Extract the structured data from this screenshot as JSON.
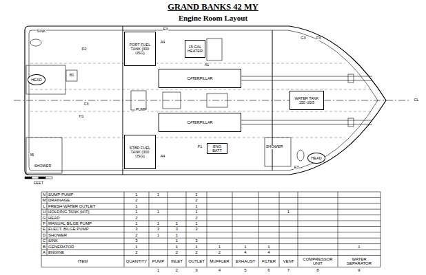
{
  "diagram": {
    "title": "GRAND BANKS 42 MY",
    "nodes": [
      {
        "text": [
          "PORT FUEL TANK (300 USG)"
        ]
      },
      {
        "text": [
          "STBD FUEL TANK (300 USG)"
        ]
      },
      {
        "text": [
          "15 GAL HEATER"
        ]
      },
      {
        "text": [
          "CATERPILLAR"
        ]
      },
      {
        "text": [
          "CATERPILLAR"
        ]
      },
      {
        "text": [
          "WATER TANK 150 USG"
        ]
      },
      {
        "text": [
          "ENG BATT"
        ]
      },
      {
        "text": [
          "HEAD"
        ]
      },
      {
        "text": [
          "HEAD"
        ]
      }
    ],
    "labels": [
      "Engine Room Layout",
      "SINK",
      "SHOWER",
      "SHOWER",
      "PUMP",
      "FEET",
      "CL",
      "A4",
      "A4",
      "B1",
      "E3",
      "E3",
      "F1",
      "H1",
      "A1",
      "A5",
      "D2",
      "C3",
      "G3",
      "P3",
      "N",
      "SUMP PUMP",
      "1",
      "1",
      "1",
      "M",
      "DRAINAGE",
      "2",
      "2",
      "L",
      "FRESH WATER OUTLET",
      "1",
      "1",
      "H",
      "HOLDING TANK (H\\T)",
      "1",
      "1",
      "1",
      "1",
      "G",
      "HEAD",
      "2",
      "2",
      "F",
      "MANUAL BILGE PUMP",
      "1",
      "1",
      "1",
      "1",
      "E",
      "ELECT. BILGE PUMP",
      "3",
      "3",
      "3",
      "3",
      "D",
      "SHOWER",
      "2",
      "1",
      "1",
      "C",
      "SINK",
      "3",
      "1",
      "3",
      "B",
      "GENERATOR",
      "1",
      "1",
      "1",
      "1",
      "1",
      "1",
      "1",
      "A",
      "ENGINE",
      "2",
      "2",
      "2",
      "2",
      "4",
      "4",
      "ITEM",
      "QUANTITY",
      "PUMP",
      "INLET",
      "OUTLET",
      "MUFFLER",
      "EXHAUST",
      "FILTER",
      "VENT",
      "COMPRESSOR UNIT",
      "WATER SEPARATOR",
      "1",
      "2",
      "3",
      "4",
      "5",
      "6",
      "7",
      "8",
      "9"
    ]
  }
}
